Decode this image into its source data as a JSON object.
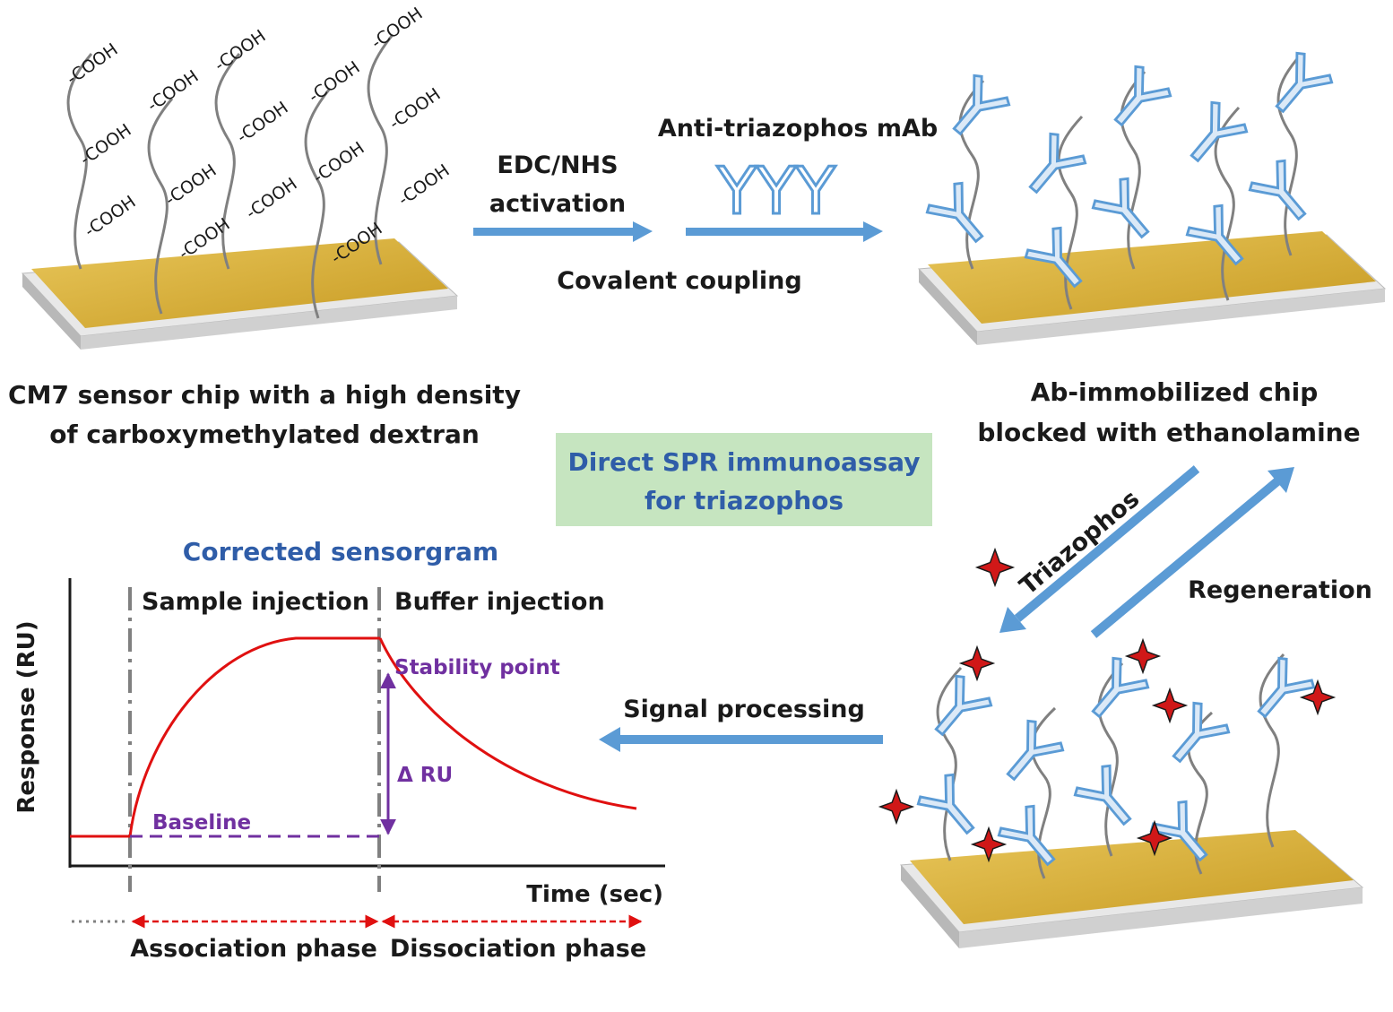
{
  "colors": {
    "chip_gold": "#d9b23a",
    "chip_base": "#c8c8c8",
    "arrow_blue": "#5b9bd5",
    "antibody": "#5b9bd5",
    "dextran": "#808080",
    "curve_red": "#e01010",
    "annot_purple": "#7030a0",
    "title_box": "#c6e5c0",
    "title_text": "#2f5da8",
    "star_red": "#d01818"
  },
  "labels": {
    "cooh": "-COOH",
    "edc_line1": "EDC/NHS",
    "edc_line2": "activation",
    "antibody_name": "Anti-triazophos mAb",
    "antibody_glyphs": "YYY",
    "coupling": "Covalent coupling",
    "cm7_line1": "CM7 sensor chip with a high density",
    "cm7_line2": "of carboxymethylated dextran",
    "immob_line1": "Ab-immobilized chip",
    "immob_line2": "blocked with ethanolamine",
    "title_line1": "Direct SPR immunoassay",
    "title_line2": "for triazophos",
    "triazophos": "Triazophos",
    "regeneration": "Regeneration",
    "signal_processing": "Signal processing"
  },
  "chart_data": {
    "type": "line",
    "title": "Corrected sensorgram",
    "xlabel": "Time (sec)",
    "ylabel": "Response (RU)",
    "axis_ticks": false,
    "annotations": {
      "sample_injection": "Sample injection",
      "buffer_injection": "Buffer injection",
      "stability_point": "Stability point",
      "delta_ru": "Δ RU",
      "baseline": "Baseline",
      "association_phase": "Association phase",
      "dissociation_phase": "Dissociation phase"
    },
    "phases": [
      "baseline",
      "association",
      "dissociation"
    ]
  }
}
